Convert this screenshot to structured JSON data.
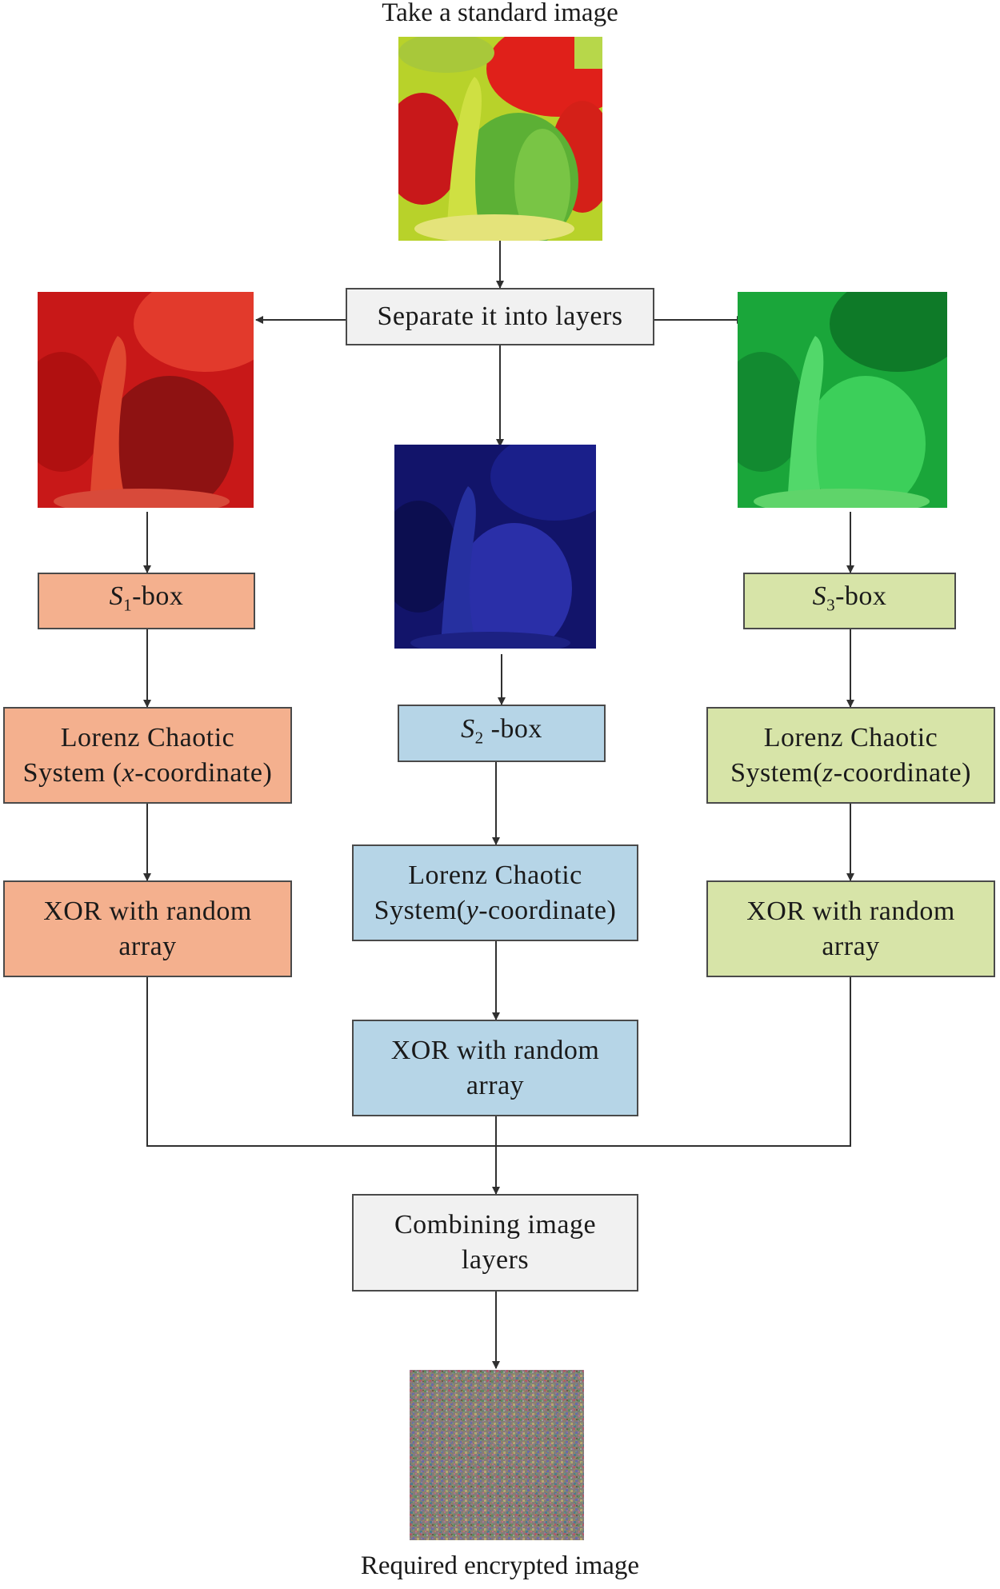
{
  "top_caption": "Take a standard image",
  "bottom_caption": "Required encrypted image",
  "separate_box": "Separate it into layers",
  "combine_box": [
    "Combining image",
    "layers"
  ],
  "sbox_suffix": "-box",
  "sbox": {
    "red": {
      "symbol": "S",
      "sub": "1"
    },
    "blue": {
      "symbol": "S",
      "sub": "2"
    },
    "green": {
      "symbol": "S",
      "sub": "3"
    }
  },
  "lorenz": {
    "line1": "Lorenz Chaotic",
    "red": {
      "prefix": "System (",
      "var": "x",
      "suffix": "-coordinate)"
    },
    "blue": {
      "prefix": "System(",
      "var": "y",
      "suffix": "-coordinate)"
    },
    "green": {
      "prefix": "System(",
      "var": "z",
      "suffix": "-coordinate)"
    }
  },
  "xor": [
    "XOR with random",
    "array"
  ],
  "colors": {
    "red_box": "#f4b08e",
    "blue_box": "#b6d5e7",
    "green_box": "#d7e4a8",
    "neutral_box": "#f1f1f1",
    "line": "#303030"
  },
  "images": {
    "original": "pepper-photo",
    "red_layer": "red-channel-pepper",
    "blue_layer": "blue-channel-pepper",
    "green_layer": "green-channel-pepper",
    "encrypted": "noise-pattern"
  }
}
